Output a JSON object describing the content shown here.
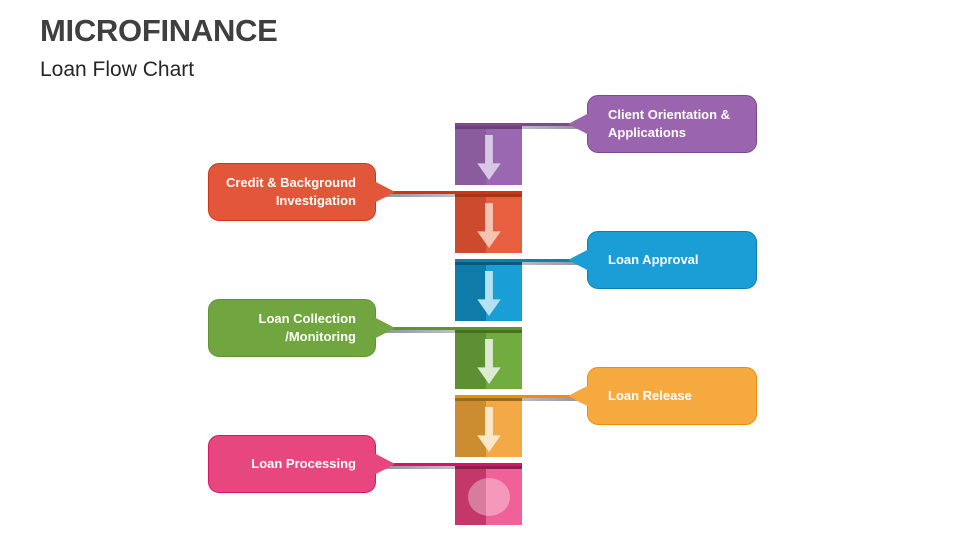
{
  "page": {
    "title": "MICROFINANCE",
    "subtitle": "Loan Flow Chart",
    "background": "#ffffff",
    "title_color": "#3f3f3f",
    "subtitle_color": "#262626"
  },
  "steps": [
    {
      "label": "Client Orientation & Applications",
      "side": "right",
      "marker": "arrow-down-icon",
      "colors": {
        "bubble": "#9B64AE",
        "line": "#7B4A93",
        "strip": "#6D407E",
        "square_dark": "#8A5C9E",
        "square_light": "#9A68B0",
        "arrow": "#D8C8E6"
      }
    },
    {
      "label": "Credit & Background Investigation",
      "side": "left",
      "marker": "arrow-down-icon",
      "colors": {
        "bubble": "#E2563A",
        "line": "#D13516",
        "strip": "#A93517",
        "square_dark": "#CC4A2E",
        "square_light": "#E85F40",
        "arrow": "#F4C3B4"
      }
    },
    {
      "label": "Loan Approval",
      "side": "right",
      "marker": "arrow-down-icon",
      "colors": {
        "bubble": "#1B9ED6",
        "line": "#0F81AD",
        "strip": "#0A5A7D",
        "square_dark": "#0E7BA8",
        "square_light": "#199FD6",
        "arrow": "#B5E2F2"
      }
    },
    {
      "label": "Loan Collection /Monitoring",
      "side": "left",
      "marker": "arrow-down-icon",
      "colors": {
        "bubble": "#70A53F",
        "line": "#5D9630",
        "strip": "#47701F",
        "square_dark": "#5D8F33",
        "square_light": "#72AB3F",
        "arrow": "#DCEBD1"
      }
    },
    {
      "label": "Loan Release",
      "side": "right",
      "marker": "arrow-down-icon",
      "colors": {
        "bubble": "#F6A93F",
        "line": "#EF8D05",
        "strip": "#9C6A1A",
        "square_dark": "#CB8D2F",
        "square_light": "#F3A945",
        "arrow": "#F8E8C8"
      }
    },
    {
      "label": "Loan Processing",
      "side": "left",
      "marker": "circle-icon",
      "colors": {
        "bubble": "#E8467E",
        "line": "#DD1168",
        "strip": "#8F1F4B",
        "square_dark": "#C33769",
        "square_light": "#EF6198",
        "arrow": "rgba(255,255,255,0.35)"
      }
    }
  ]
}
